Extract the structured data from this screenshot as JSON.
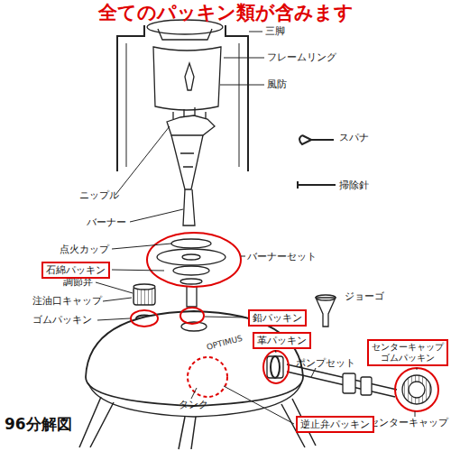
{
  "diagram": {
    "title": "全てのパッキン類が含みます",
    "caption": "96分解図",
    "nodes": [
      {
        "text": [
          "石綿パッキン"
        ]
      },
      {
        "text": [
          "鉛パッキン"
        ]
      },
      {
        "text": [
          "革パッキン"
        ]
      },
      {
        "text": [
          "センターキャップ ゴムパッキン"
        ]
      },
      {
        "text": [
          "逆止弁パッキン"
        ]
      }
    ],
    "labels": [
      "三脚",
      "フレームリング",
      "風防",
      "スパナ",
      "ニップル",
      "掃除針",
      "バーナー",
      "点火カップ",
      "バーナーセット",
      "調節弁",
      "注油口キャップ",
      "ジョーゴ",
      "ゴムパッキン",
      "ポンプセット",
      "タンク",
      "センターキャップ"
    ]
  }
}
